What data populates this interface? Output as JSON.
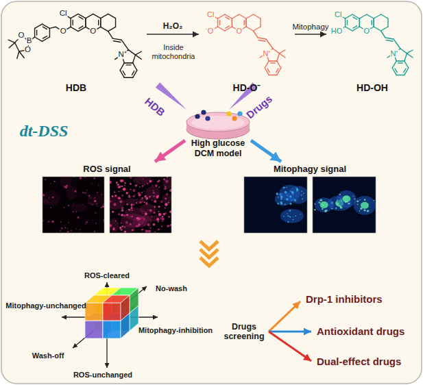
{
  "diagram": {
    "nodes": [
      {
        "text": [
          "HDB"
        ]
      },
      {
        "text": [
          "HD-O⁻"
        ]
      },
      {
        "text": [
          "HD-OH"
        ]
      },
      {
        "text": [
          "High glucose",
          "DCM model"
        ]
      },
      {
        "text": [
          "ROS signal"
        ]
      },
      {
        "text": [
          "Mitophagy signal"
        ]
      }
    ],
    "edges": [
      {
        "from": 0,
        "to": 1,
        "label": "H₂O₂",
        "arrow": "to"
      },
      {
        "from": 1,
        "to": 2,
        "label": "Mitophagy",
        "arrow": "to"
      },
      {
        "from": 3,
        "to": 4,
        "arrow": "to"
      },
      {
        "from": 3,
        "to": 5,
        "arrow": "to"
      }
    ],
    "labels": [
      "Cl",
      "O",
      "O",
      "B",
      "O",
      "O",
      "N⁺",
      "Cl",
      "⁻O",
      "O",
      "N⁺",
      "Cl",
      "HO",
      "O",
      "N⁺",
      "Inside mitochondria",
      "HDB",
      "Drugs",
      "dt-DSS",
      "ROS-cleared",
      "No-wash",
      "Mitophagy-unchanged",
      "Mitophagy-inhibition",
      "Wash-off",
      "ROS-unchanged",
      "Drugs screening",
      "Drp-1 inhibitors",
      "Antioxidant drugs",
      "Dual-effect drugs"
    ]
  }
}
